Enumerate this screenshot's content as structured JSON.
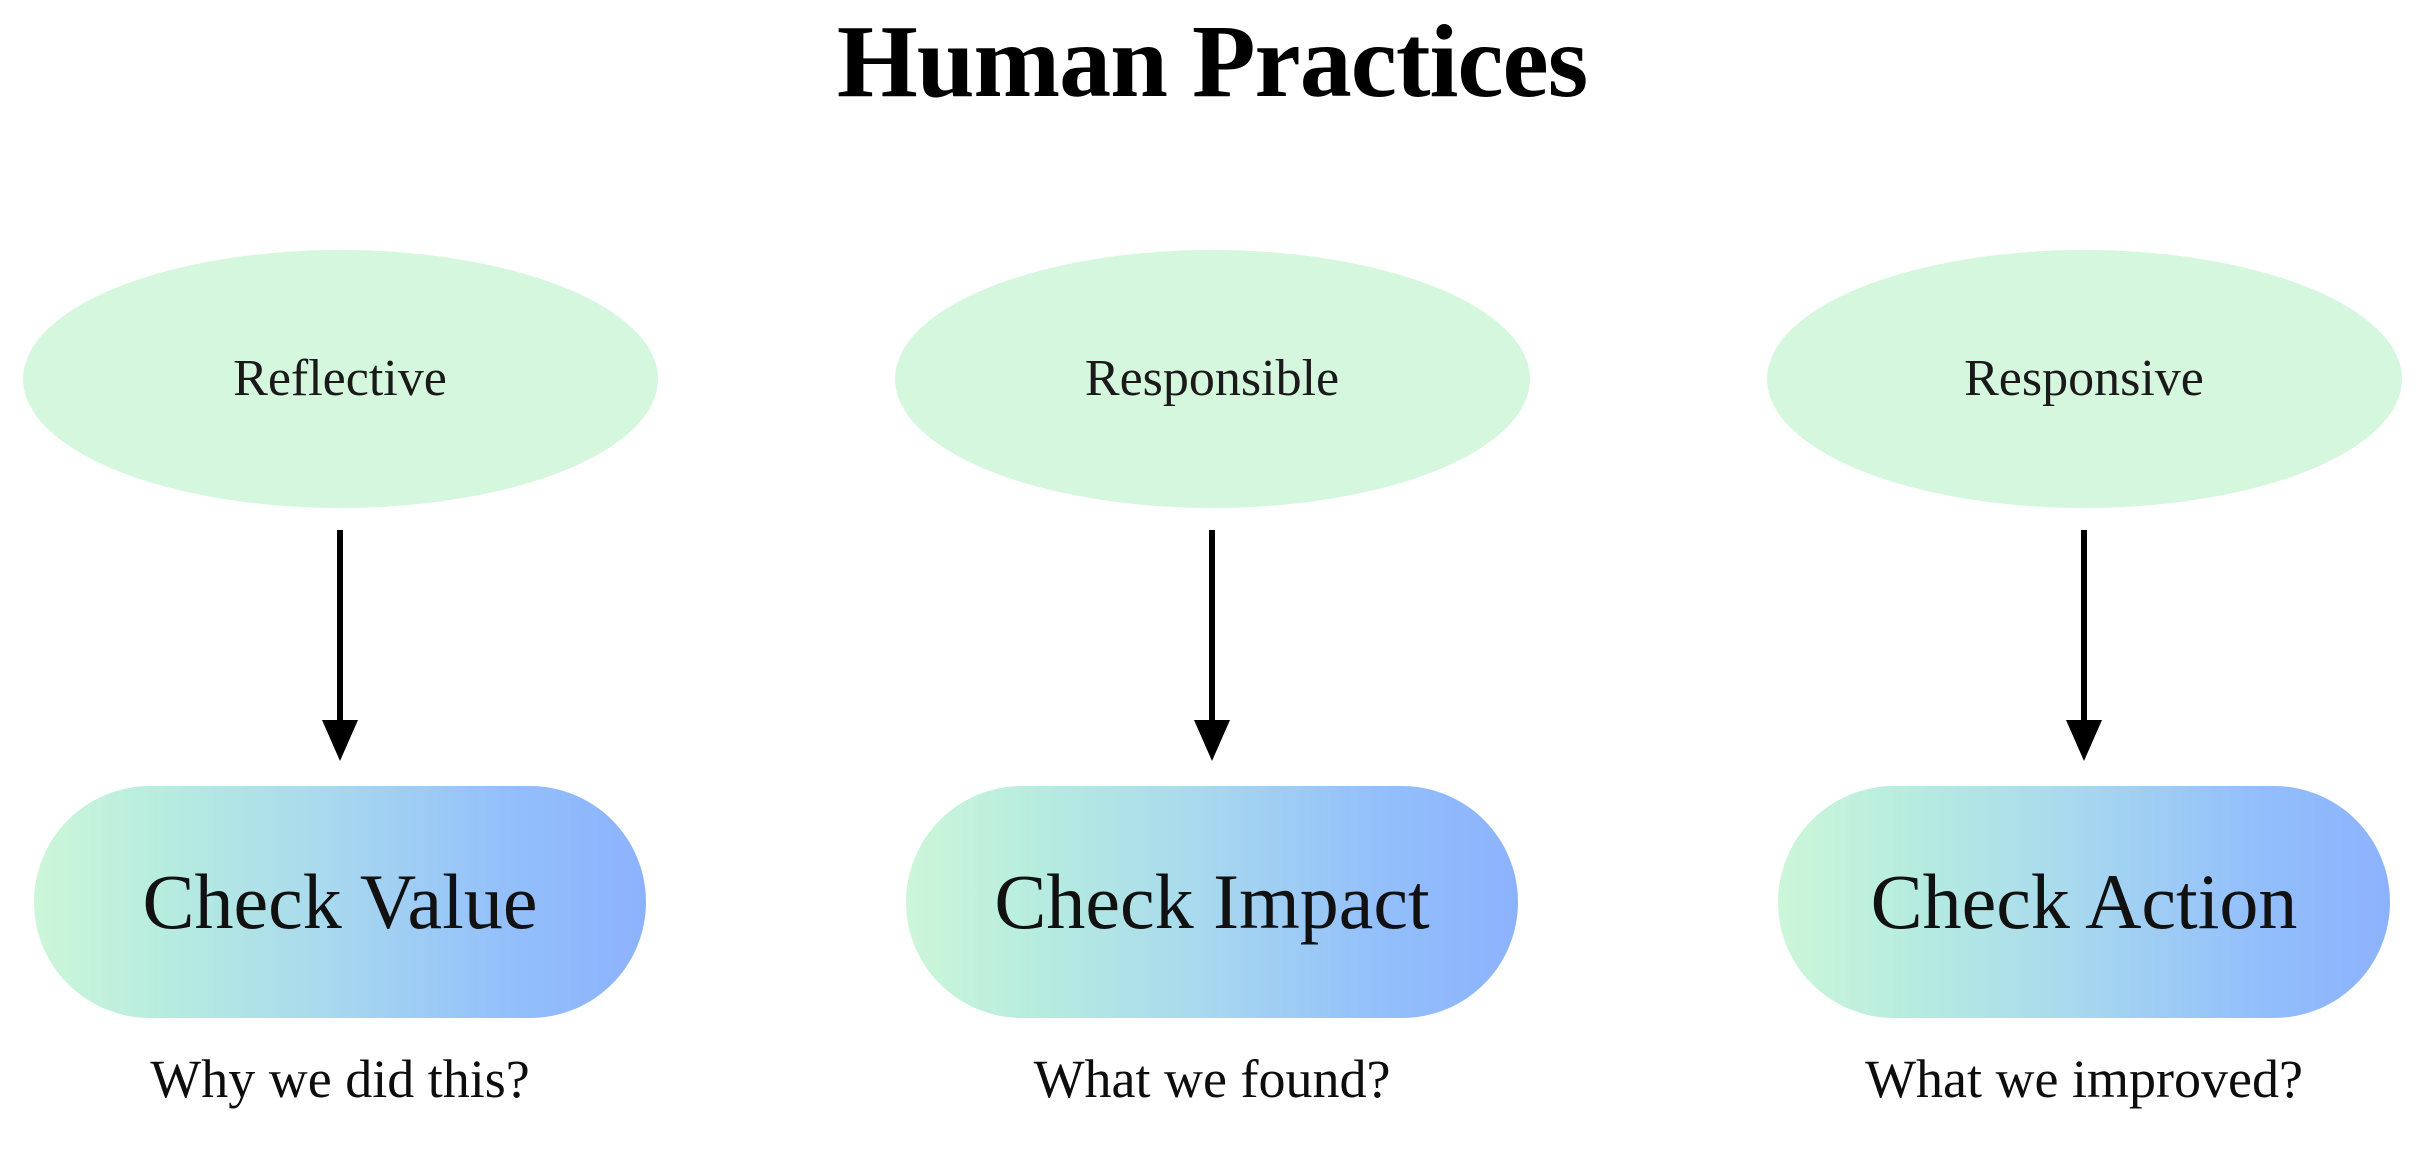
{
  "page": {
    "title": "Human Practices",
    "background_color": "#ffffff"
  },
  "theme": {
    "ellipse_fill": "#d5f7dd",
    "pill_gradient_start": "#cdf6d9",
    "pill_gradient_end": "#8cb2fc",
    "arrow_color": "#000000",
    "text_color": "#000000"
  },
  "columns": [
    {
      "principle": "Reflective",
      "action": "Check Value",
      "question": "Why we did this?",
      "arrow": "down-arrow"
    },
    {
      "principle": "Responsible",
      "action": "Check Impact",
      "question": "What we found?",
      "arrow": "down-arrow"
    },
    {
      "principle": "Responsive",
      "action": "Check Action",
      "question": "What we improved?",
      "arrow": "down-arrow"
    }
  ]
}
